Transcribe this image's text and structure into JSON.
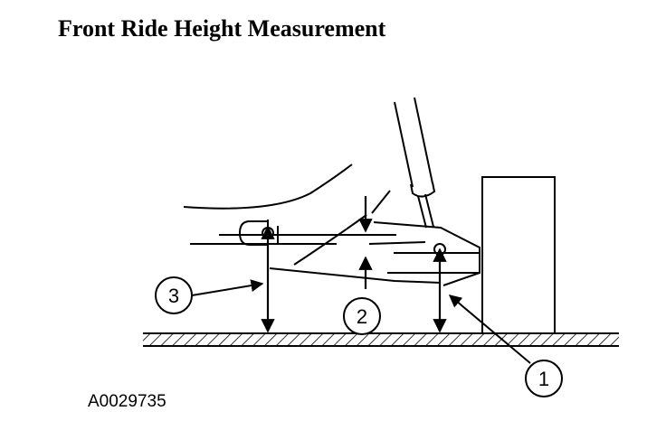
{
  "title": "Front Ride Height Measurement",
  "figure_id": "A0029735",
  "callouts": [
    "1",
    "2",
    "3"
  ],
  "colors": {
    "ink": "#000000",
    "paper": "#ffffff"
  }
}
